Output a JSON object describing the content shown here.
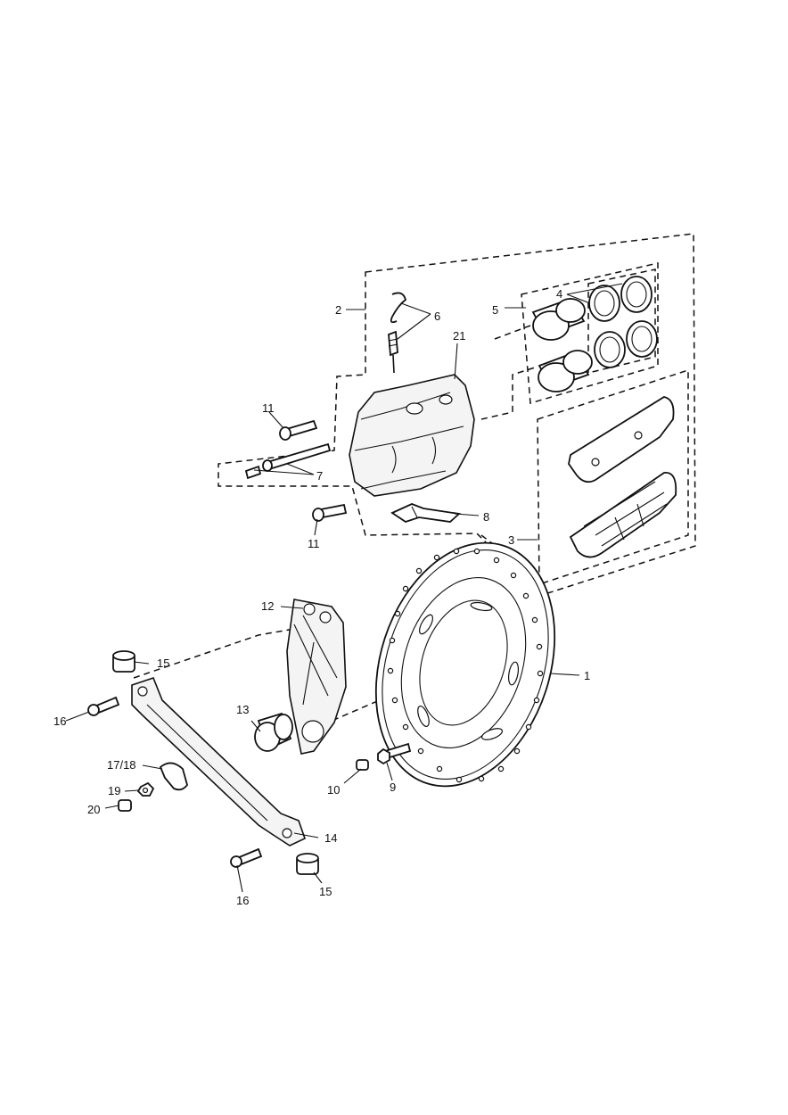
{
  "diagram": {
    "labels": {
      "disc": "1",
      "caliper_group": "2",
      "pad_kit": "3",
      "piston_seals": "4",
      "pistons": "5",
      "bleed_nipple": "6",
      "pad_pin": "7",
      "anti_rattle_spring": "8",
      "disc_bolt": "9",
      "disc_washer": "10",
      "caliper_bolt_upper": "11",
      "caliper_bolt_lower": "11",
      "caliper_hanger": "12",
      "hanger_bush": "13",
      "torque_arm": "14",
      "arm_bush_upper": "15",
      "arm_bush_lower": "15",
      "arm_bolt_upper": "16",
      "arm_bolt_lower": "16",
      "clip": "17/18",
      "nut": "19",
      "cap": "20",
      "caliper_body": "21"
    }
  }
}
